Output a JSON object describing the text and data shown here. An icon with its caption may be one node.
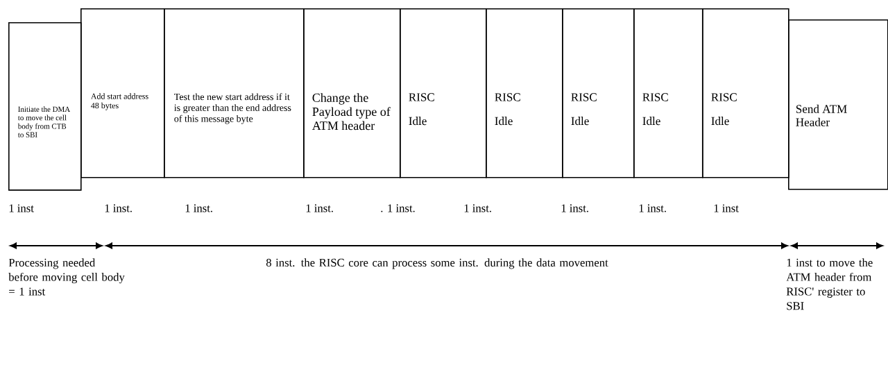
{
  "diagram": {
    "nodes": [
      {
        "text": [
          "Initiate the DMA to move the cell body from CTB to SBI"
        ],
        "beside": [
          "1 inst"
        ]
      },
      {
        "text": [
          "Add start address 48 bytes"
        ],
        "beside": [
          "1 inst."
        ]
      },
      {
        "text": [
          "Test the new start address if it is greater than the end address of this message byte"
        ],
        "beside": [
          "1 inst."
        ]
      },
      {
        "text": [
          "Change the Payload type of ATM header"
        ],
        "beside": [
          "1 inst."
        ]
      },
      {
        "text": [
          "RISC",
          "Idle"
        ],
        "beside": [
          ". 1 inst."
        ]
      },
      {
        "text": [
          "RISC",
          "Idle"
        ],
        "beside": [
          "1 inst."
        ]
      },
      {
        "text": [
          "RISC",
          "Idle"
        ],
        "beside": [
          "1 inst."
        ]
      },
      {
        "text": [
          "RISC",
          "Idle"
        ],
        "beside": [
          "1 inst."
        ]
      },
      {
        "text": [
          "RISC",
          "Idle"
        ],
        "beside": [
          "1 inst"
        ]
      },
      {
        "text": [
          "Send ATM Header"
        ]
      }
    ],
    "labels": [
      "Processing needed before moving cell body = 1 inst",
      "8 inst. the RISC core can process some inst. during the data movement",
      "1 inst to move the ATM header from RISC' register to SBI"
    ]
  }
}
